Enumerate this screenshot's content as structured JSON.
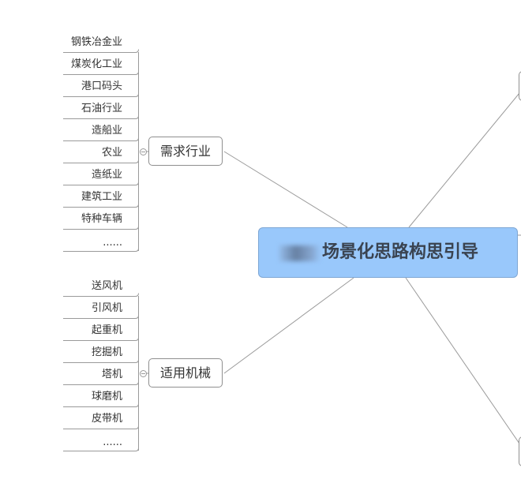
{
  "root": {
    "title": "场景化思路构思引导"
  },
  "branches": [
    {
      "label": "需求行业",
      "items": [
        "钢铁冶金业",
        "煤炭化工业",
        "港口码头",
        "石油行业",
        "造船业",
        "农业",
        "造纸业",
        "建筑工业",
        "特种车辆",
        "......"
      ]
    },
    {
      "label": "适用机械",
      "items": [
        "送风机",
        "引风机",
        "起重机",
        "挖掘机",
        "塔机",
        "球磨机",
        "皮带机",
        "......"
      ]
    }
  ],
  "colors": {
    "root_fill": "#99c8fb",
    "root_border": "#7fa7d4",
    "line": "#9a9a9a"
  }
}
